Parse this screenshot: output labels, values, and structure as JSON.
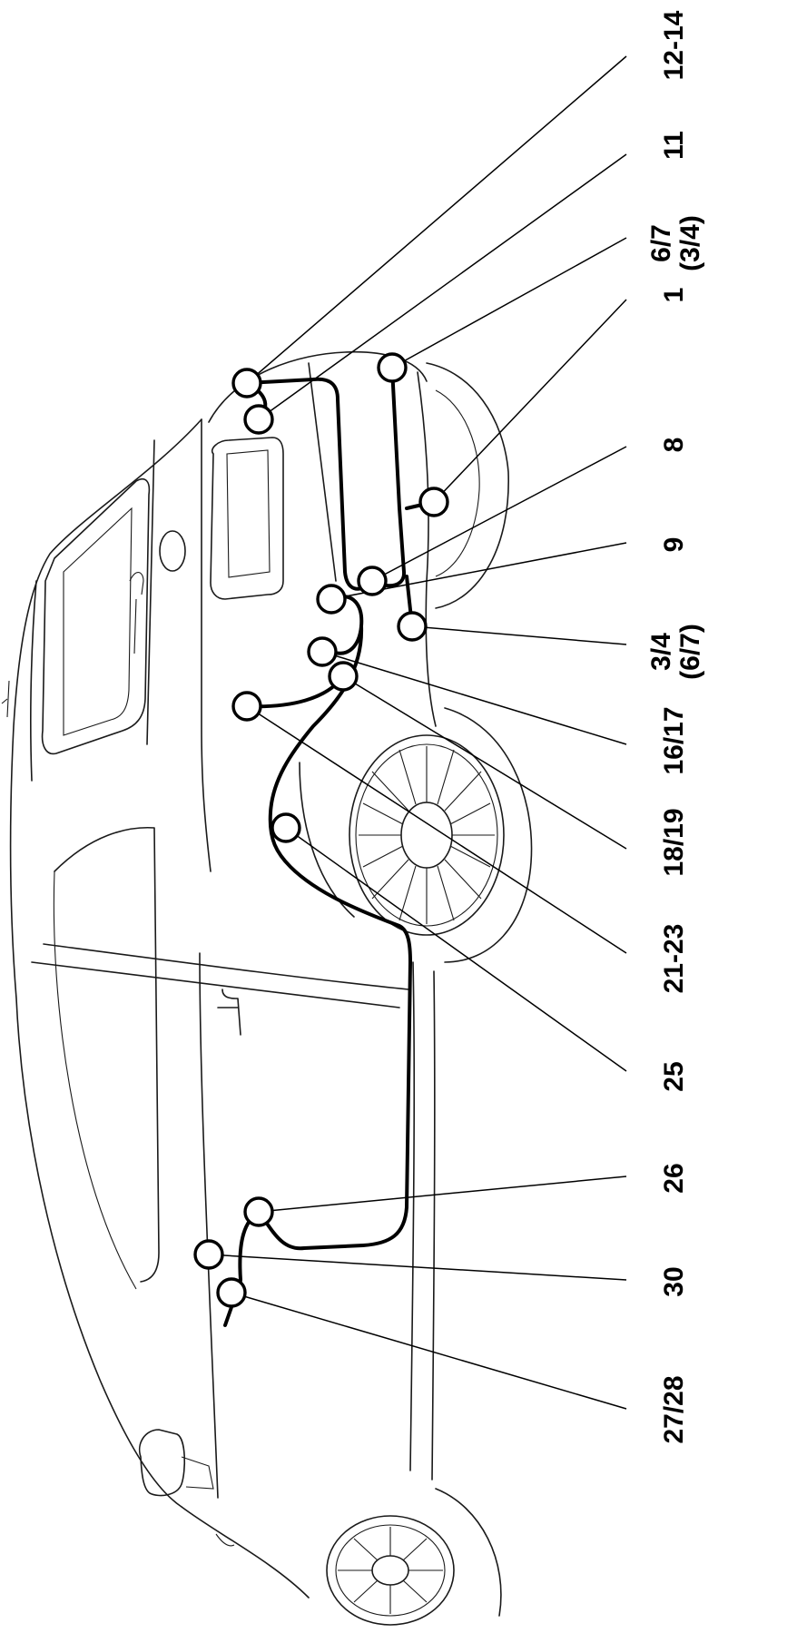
{
  "diagram": {
    "labels": [
      "12-14",
      "11",
      "6/7\n(3/4)",
      "1",
      "8",
      "9",
      "3/4\n(6/7)",
      "16/17",
      "18/19",
      "21-23",
      "25",
      "26",
      "30",
      "27/28"
    ],
    "harness_color": "#000000"
  }
}
